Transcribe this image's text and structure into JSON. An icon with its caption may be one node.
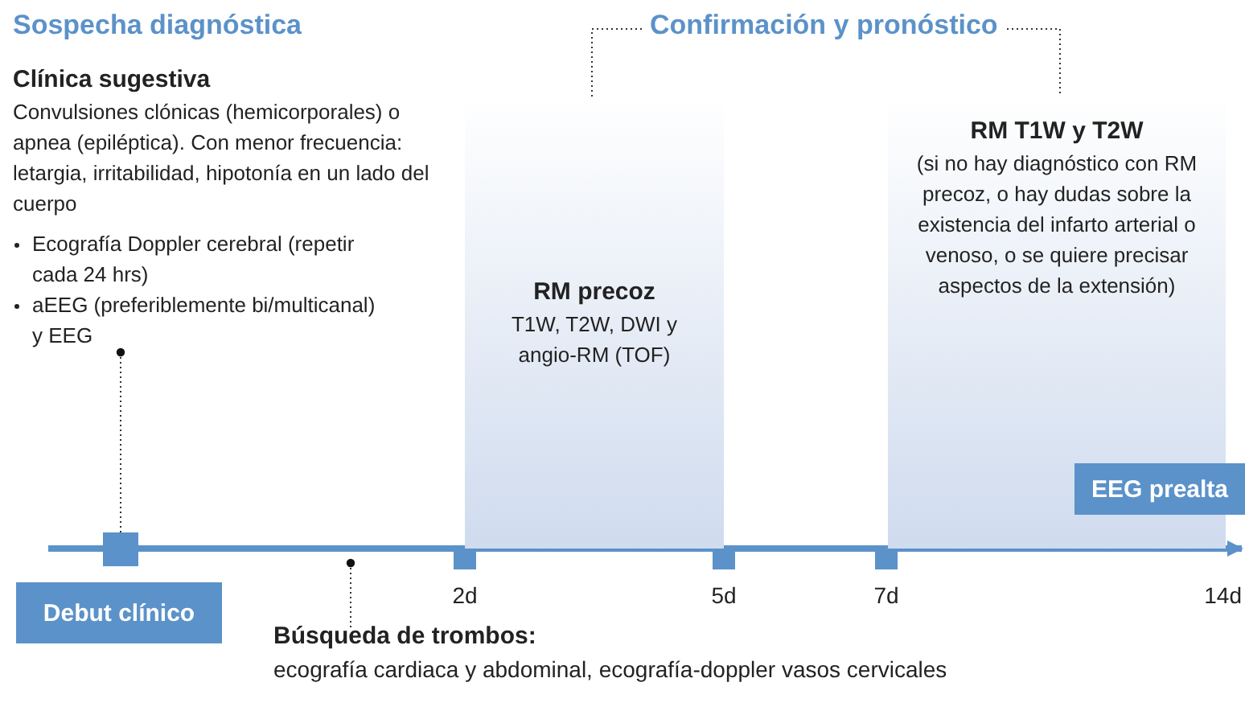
{
  "diagram": {
    "nodes": [
      {
        "text": [
          "Clínica sugestiva",
          "Convulsiones clónicas (hemicorporales) o apnea (epiléptica). Con menor frecuencia: letargia, irritabilidad, hipotonía en un lado del cuerpo",
          "Ecografía Doppler cerebral (repetir cada 24 hrs)",
          "aEEG (preferiblemente bi/multicanal) y EEG"
        ]
      },
      {
        "text": [],
        "shape": "box"
      },
      {
        "text": [
          "Debut clínico"
        ]
      },
      {
        "text": [
          "Confirmación y pronóstico"
        ]
      },
      {
        "text": [
          "RM precoz",
          "T1W, T2W, DWI y angio-RM (TOF)"
        ]
      },
      {
        "text": [
          "RM T1W y T2W",
          "(si no hay diagnóstico con RM precoz, o hay dudas sobre la existencia del infarto arterial o venoso, o se quiere precisar aspectos de la extensión)"
        ]
      },
      {
        "text": [
          "EEG prealta"
        ]
      },
      {
        "text": [
          "Búsqueda de trombos:",
          "ecografía cardiaca y abdominal, ecografía-doppler vasos cervicales"
        ]
      }
    ],
    "edges": [
      {
        "from": 0,
        "to": 1,
        "arrow": "other",
        "style": "dashed"
      },
      {
        "from": 4,
        "to": 3,
        "arrow": "other",
        "style": "dashed"
      },
      {
        "from": 5,
        "to": 3,
        "arrow": "other",
        "style": "dashed"
      },
      {
        "from": null,
        "to": 7,
        "arrow": "other",
        "style": "dashed"
      }
    ],
    "labels": [
      "Sospecha diagnóstica",
      "2d",
      "5d",
      "7d",
      "14d"
    ]
  }
}
